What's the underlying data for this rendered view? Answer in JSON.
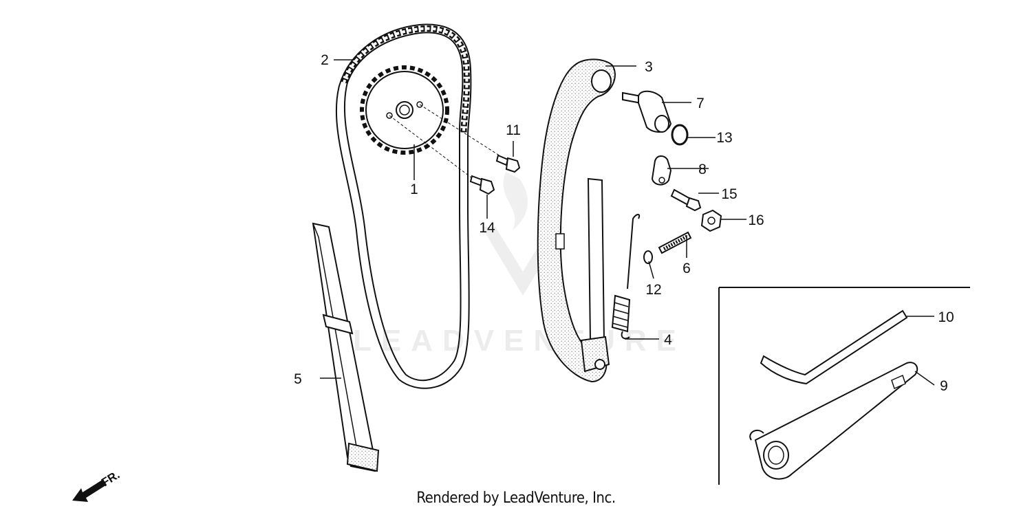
{
  "labels": [
    {
      "id": "1",
      "text": "1"
    },
    {
      "id": "2",
      "text": "2"
    },
    {
      "id": "3",
      "text": "3"
    },
    {
      "id": "4",
      "text": "4"
    },
    {
      "id": "5",
      "text": "5"
    },
    {
      "id": "6",
      "text": "6"
    },
    {
      "id": "7",
      "text": "7"
    },
    {
      "id": "8",
      "text": "8"
    },
    {
      "id": "9",
      "text": "9"
    },
    {
      "id": "10",
      "text": "10"
    },
    {
      "id": "11",
      "text": "11"
    },
    {
      "id": "12",
      "text": "12"
    },
    {
      "id": "13",
      "text": "13"
    },
    {
      "id": "14",
      "text": "14"
    },
    {
      "id": "15",
      "text": "15"
    },
    {
      "id": "16",
      "text": "16"
    }
  ],
  "front_marker": "FR.",
  "watermark": "LEADVENTURE",
  "footer": "Rendered by LeadVenture, Inc."
}
